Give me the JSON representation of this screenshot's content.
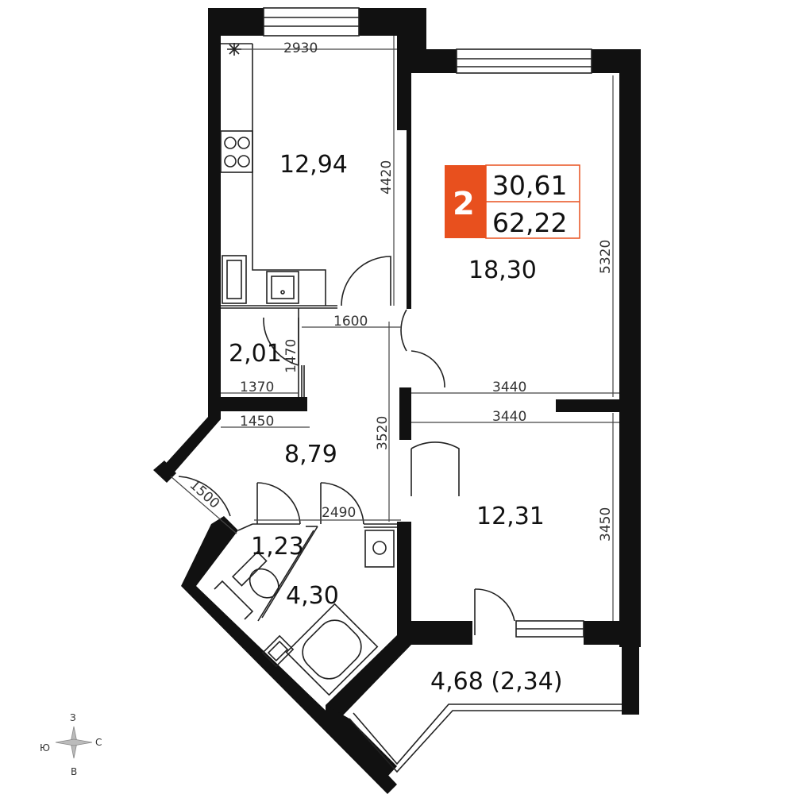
{
  "apartment": {
    "rooms_count": "2",
    "living_area": "30,61",
    "total_area": "62,22",
    "badge_color": "#e8501e"
  },
  "rooms": {
    "kitchen": "12,94",
    "bedroom_large": "18,30",
    "storage": "2,01",
    "hall": "8,79",
    "bedroom_small": "12,31",
    "wc": "1,23",
    "bathroom": "4,30",
    "balcony": "4,68 (2,34)"
  },
  "dimensions": {
    "kitchen_width": "2930",
    "kitchen_height": "4420",
    "room_large_height": "5320",
    "corridor_width": "1600",
    "storage_height": "1470",
    "storage_width": "1370",
    "hall_width": "1450",
    "hall_height": "3520",
    "room_large_width": "3440",
    "room_small_width": "3440",
    "room_small_height": "3450",
    "entry_diag": "1500",
    "bath_width": "2490"
  },
  "compass": {
    "north": "З",
    "east": "С",
    "south": "В",
    "west": "Ю"
  },
  "icons": {
    "ventilation": "asterisk-icon",
    "compass": "compass-rose-icon"
  }
}
